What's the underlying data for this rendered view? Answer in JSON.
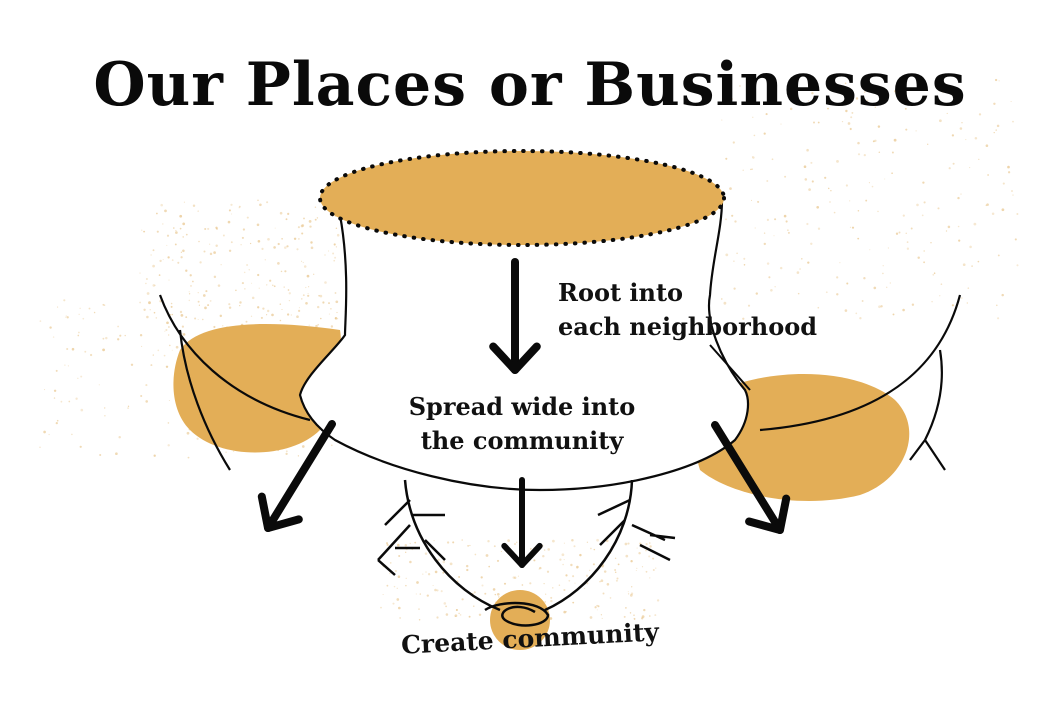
{
  "title": "Our Places or Businesses",
  "labels": {
    "root_line1": "Root into",
    "root_line2": "each neighborhood",
    "spread_line1": "Spread wide into",
    "spread_line2": "the community",
    "create": "Create community"
  },
  "colors": {
    "accent": "#E3AE57",
    "ink": "#0a0a0a",
    "speckle": "#E8C58C"
  },
  "icons": {
    "arrow": "arrow-down-icon"
  }
}
